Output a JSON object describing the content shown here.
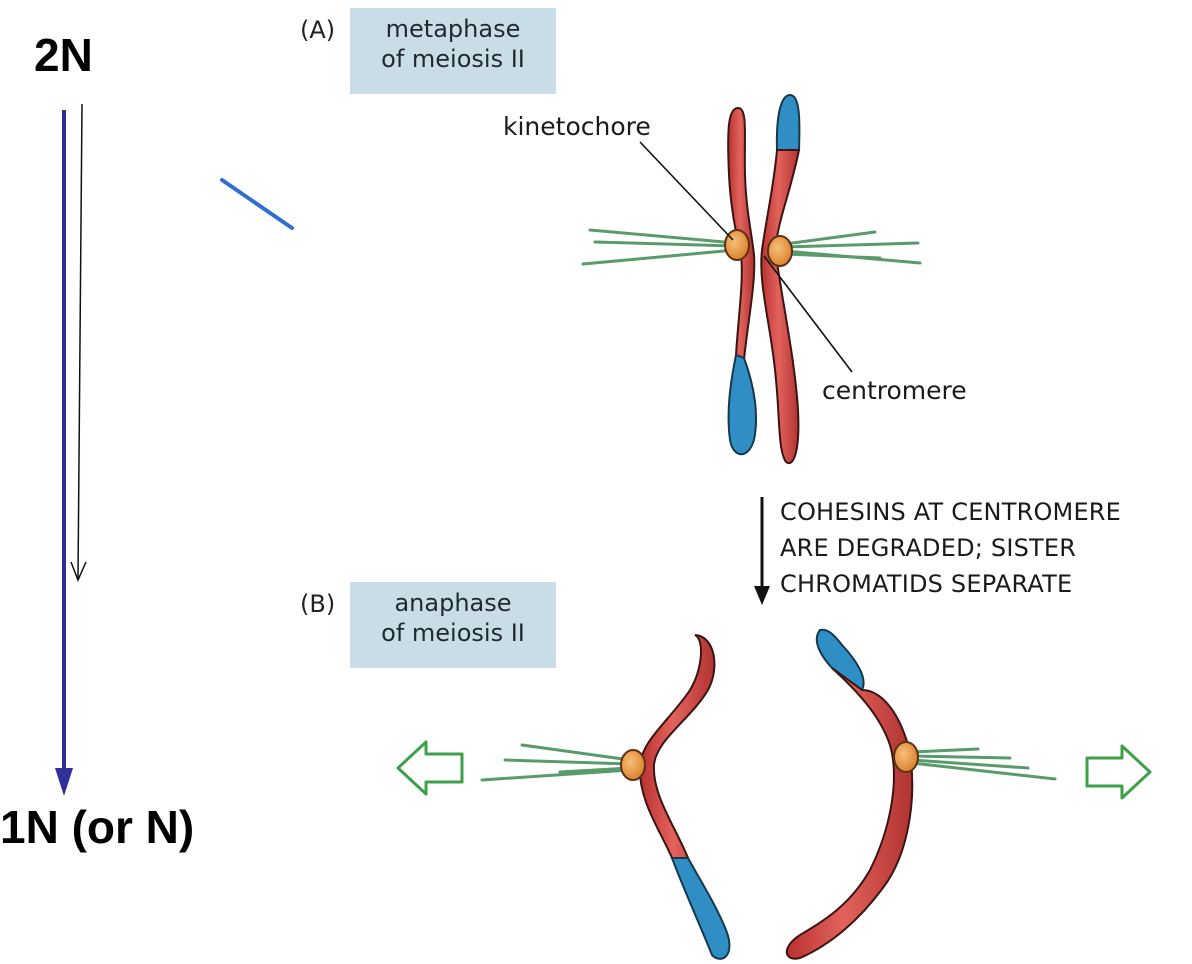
{
  "ploidy": {
    "start": "2N",
    "end": "1N (or N)"
  },
  "panel_a": {
    "letter": "(A)",
    "stage_line1": "metaphase",
    "stage_line2": "of meiosis II",
    "label_kinetochore": "kinetochore",
    "label_centromere": "centromere"
  },
  "transition": {
    "line1": "COHESINS AT CENTROMERE",
    "line2": "ARE DEGRADED; SISTER",
    "line3": "CHROMATIDS SEPARATE"
  },
  "panel_b": {
    "letter": "(B)",
    "stage_line1": "anaphase",
    "stage_line2": "of meiosis II"
  },
  "colors": {
    "chromatid_red": "#d94a45",
    "chromatid_blue": "#2f8fc4",
    "kinetochore_orange": "#e8953a",
    "spindle_green": "#3d8a52",
    "stage_box_bg": "#c9dde6",
    "ploidy_arrow_blue": "#30309a",
    "stroke_blue": "#2f6fd0",
    "movement_arrow_green": "#3fa04a"
  }
}
